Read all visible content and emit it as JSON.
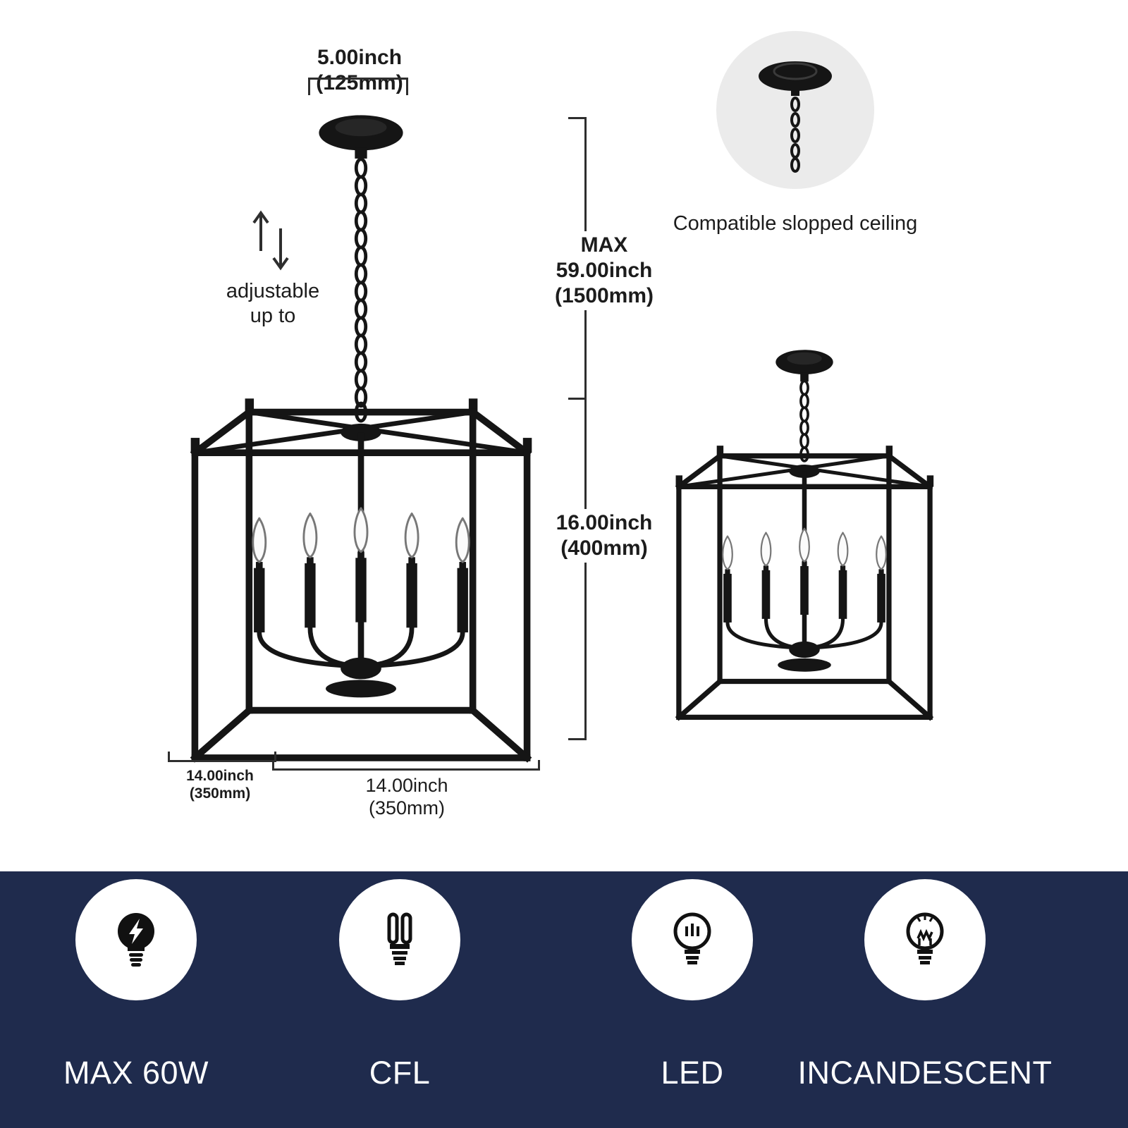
{
  "dimensions": {
    "canopy_width": "5.00inch (125mm)",
    "adjustable_line1": "adjustable",
    "adjustable_line2": "up to",
    "max_title": "MAX",
    "max_height": "59.00inch",
    "max_height_mm": "(1500mm)",
    "cage_height": "16.00inch",
    "cage_height_mm": "(400mm)",
    "base_depth": "14.00inch (350mm)",
    "base_width": "14.00inch (350mm)"
  },
  "callout": {
    "sloped_ceiling_caption": "Compatible slopped ceiling"
  },
  "features": {
    "band_color": "#1f2b4d",
    "circle_color": "#ffffff",
    "items": [
      {
        "label": "MAX 60W",
        "icon": "bulb-lightning-icon"
      },
      {
        "label": "CFL",
        "icon": "cfl-bulb-icon"
      },
      {
        "label": "LED",
        "icon": "led-bulb-icon"
      },
      {
        "label": "INCANDESCENT",
        "icon": "incandescent-bulb-icon"
      }
    ]
  },
  "colors": {
    "fixture": "#151515",
    "annotation": "#1c1c1c",
    "dimension_line": "#2e2e2e",
    "callout_circle_bg": "#ebebeb"
  }
}
